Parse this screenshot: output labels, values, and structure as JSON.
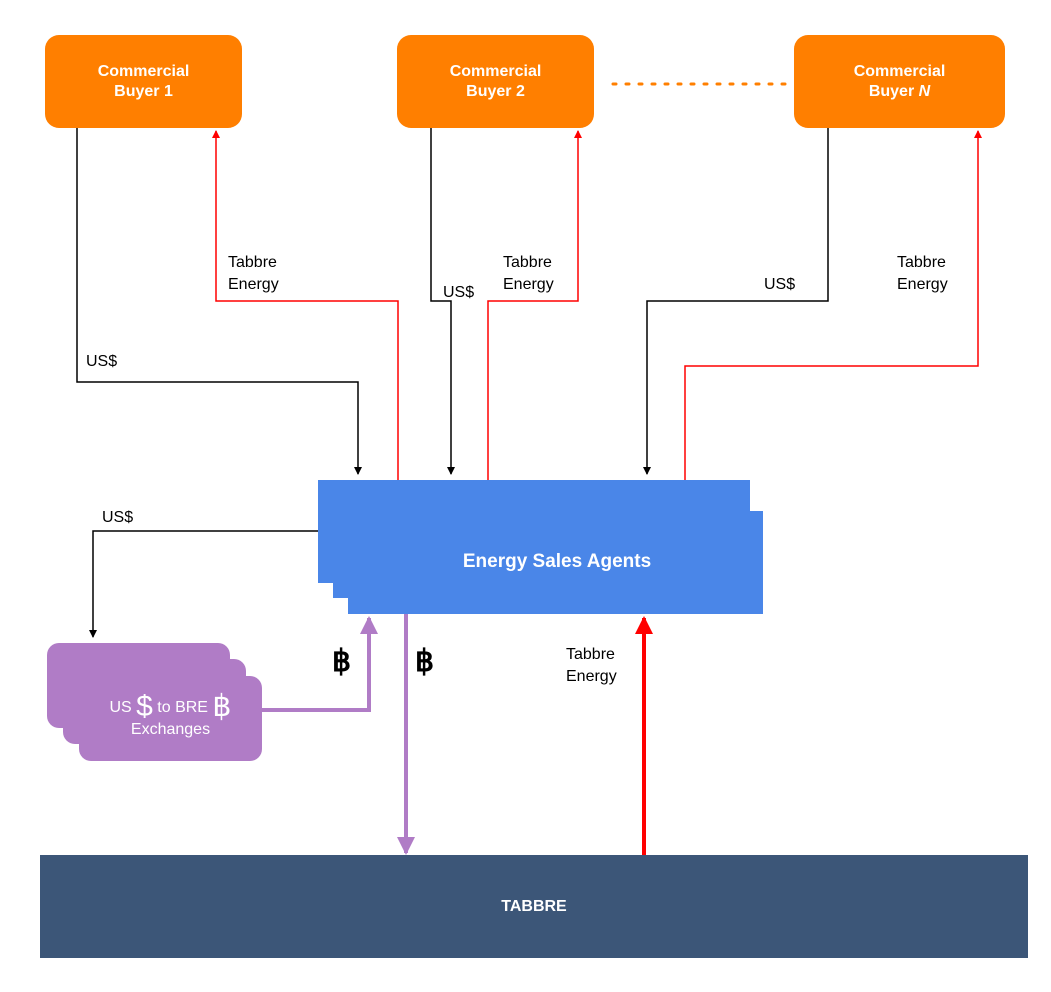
{
  "buyers": [
    {
      "line1": "Commercial",
      "line2": "Buyer 1"
    },
    {
      "line1": "Commercial",
      "line2": "Buyer 2"
    },
    {
      "line1": "Commercial",
      "line2_text": "Buyer ",
      "line2_italic": "N"
    }
  ],
  "labels": {
    "tabbre_energy_1": [
      "Tabbre",
      "Energy"
    ],
    "tabbre_energy_2": [
      "Tabbre",
      "Energy"
    ],
    "tabbre_energy_3": [
      "Tabbre",
      "Energy"
    ],
    "tabbre_energy_bottom": [
      "Tabbre",
      "Energy"
    ],
    "usd_1": "US$",
    "usd_2": "US$",
    "usd_3": "US$",
    "usd_exchange": "US$"
  },
  "agents": {
    "label": "Energy Sales Agents"
  },
  "exchange": {
    "part1": "US ",
    "dollar": "$",
    "part2": " to BRE ",
    "baht": "฿",
    "line2": "Exchanges"
  },
  "baht_symbols": {
    "up": "฿",
    "down": "฿"
  },
  "tabbre": {
    "label": "TABBRE"
  },
  "colors": {
    "buyer": "#ff7f00",
    "agent": "#4a86e8",
    "exchange": "#b07cc6",
    "tabbre": "#3c5678",
    "money_flow": "#000000",
    "energy_flow": "#ff0000",
    "token_flow": "#b07cc6"
  }
}
